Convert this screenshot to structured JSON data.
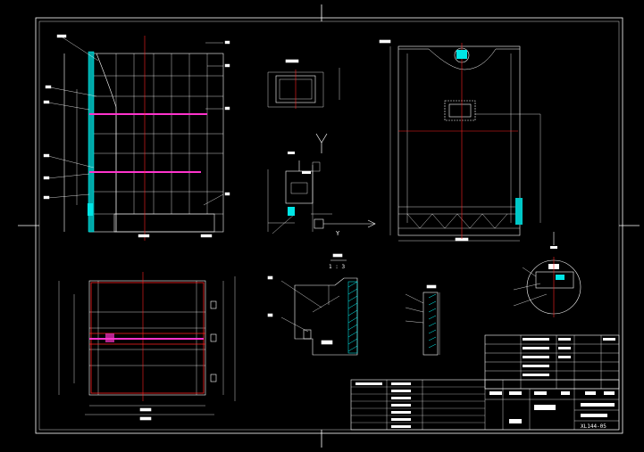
{
  "drawing": {
    "background": "#000000",
    "colors": {
      "outline": "#ffffff",
      "grid": "#ffffff",
      "centerline": "#ff2020",
      "beam": "#ff33cc",
      "panel": "#00e5e5",
      "hatch": "#00ffff"
    },
    "section_label": "Y",
    "scale_label": "1 : 3"
  },
  "title_block": {
    "code": "XL144-05"
  }
}
